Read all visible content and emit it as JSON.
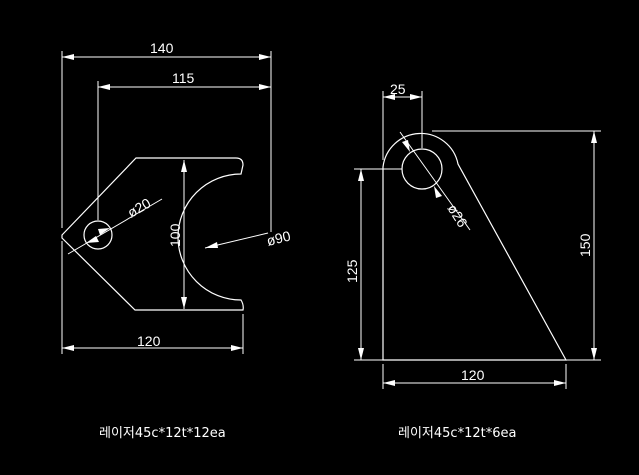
{
  "colors": {
    "background": "#000000",
    "line": "#ffffff"
  },
  "part_a": {
    "dim_overall_width": "140",
    "dim_hole_offset": "115",
    "dim_hole_dia": "ø20",
    "dim_height": "100",
    "dim_arc_dia": "ø90",
    "dim_bottom_width": "120",
    "caption": "레이저45c*12t*12ea"
  },
  "part_b": {
    "dim_hole_center": "25",
    "dim_hole_dia": "ø26",
    "dim_hole_height": "125",
    "dim_total_height": "150",
    "dim_base_width": "120",
    "caption": "레이저45c*12t*6ea"
  }
}
